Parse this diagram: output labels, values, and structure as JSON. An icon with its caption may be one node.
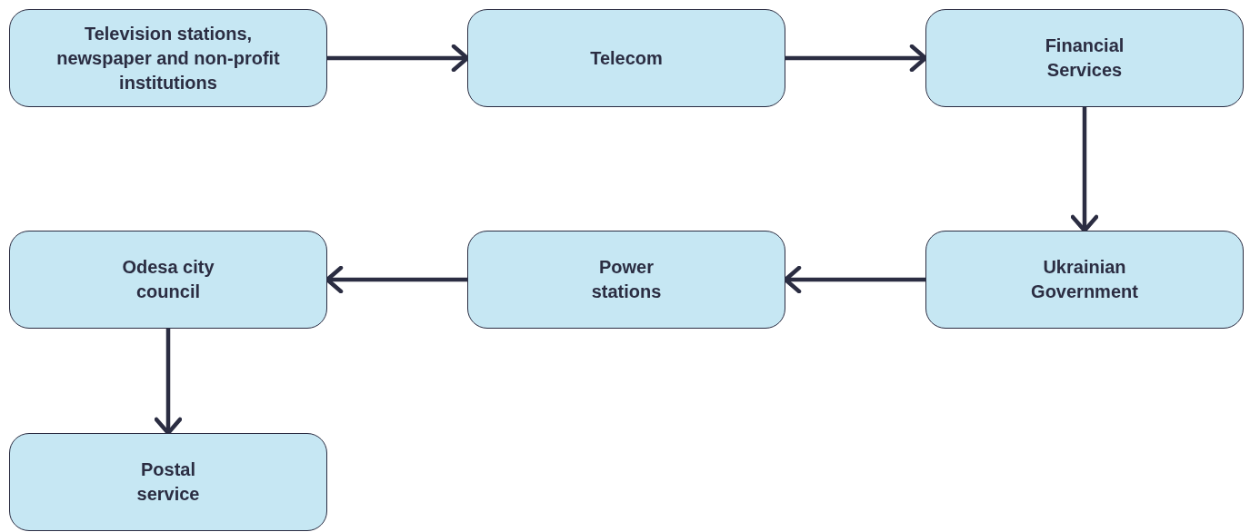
{
  "diagram": {
    "nodes": [
      {
        "text": [
          "Television stations, newspaper and non-profit institutions"
        ]
      },
      {
        "text": [
          "Telecom"
        ]
      },
      {
        "text": [
          "Financial Services"
        ]
      },
      {
        "text": [
          "Ukrainian Government"
        ]
      },
      {
        "text": [
          "Power stations"
        ]
      },
      {
        "text": [
          "Odesa city council"
        ]
      },
      {
        "text": [
          "Postal service"
        ]
      }
    ],
    "edges": [
      {
        "from": 0,
        "to": 1,
        "arrow": "to"
      },
      {
        "from": 1,
        "to": 2,
        "arrow": "to"
      },
      {
        "from": 2,
        "to": 3,
        "arrow": "to"
      },
      {
        "from": 3,
        "to": 4,
        "arrow": "to"
      },
      {
        "from": 4,
        "to": 5,
        "arrow": "to"
      },
      {
        "from": 5,
        "to": 6,
        "arrow": "to"
      }
    ]
  }
}
